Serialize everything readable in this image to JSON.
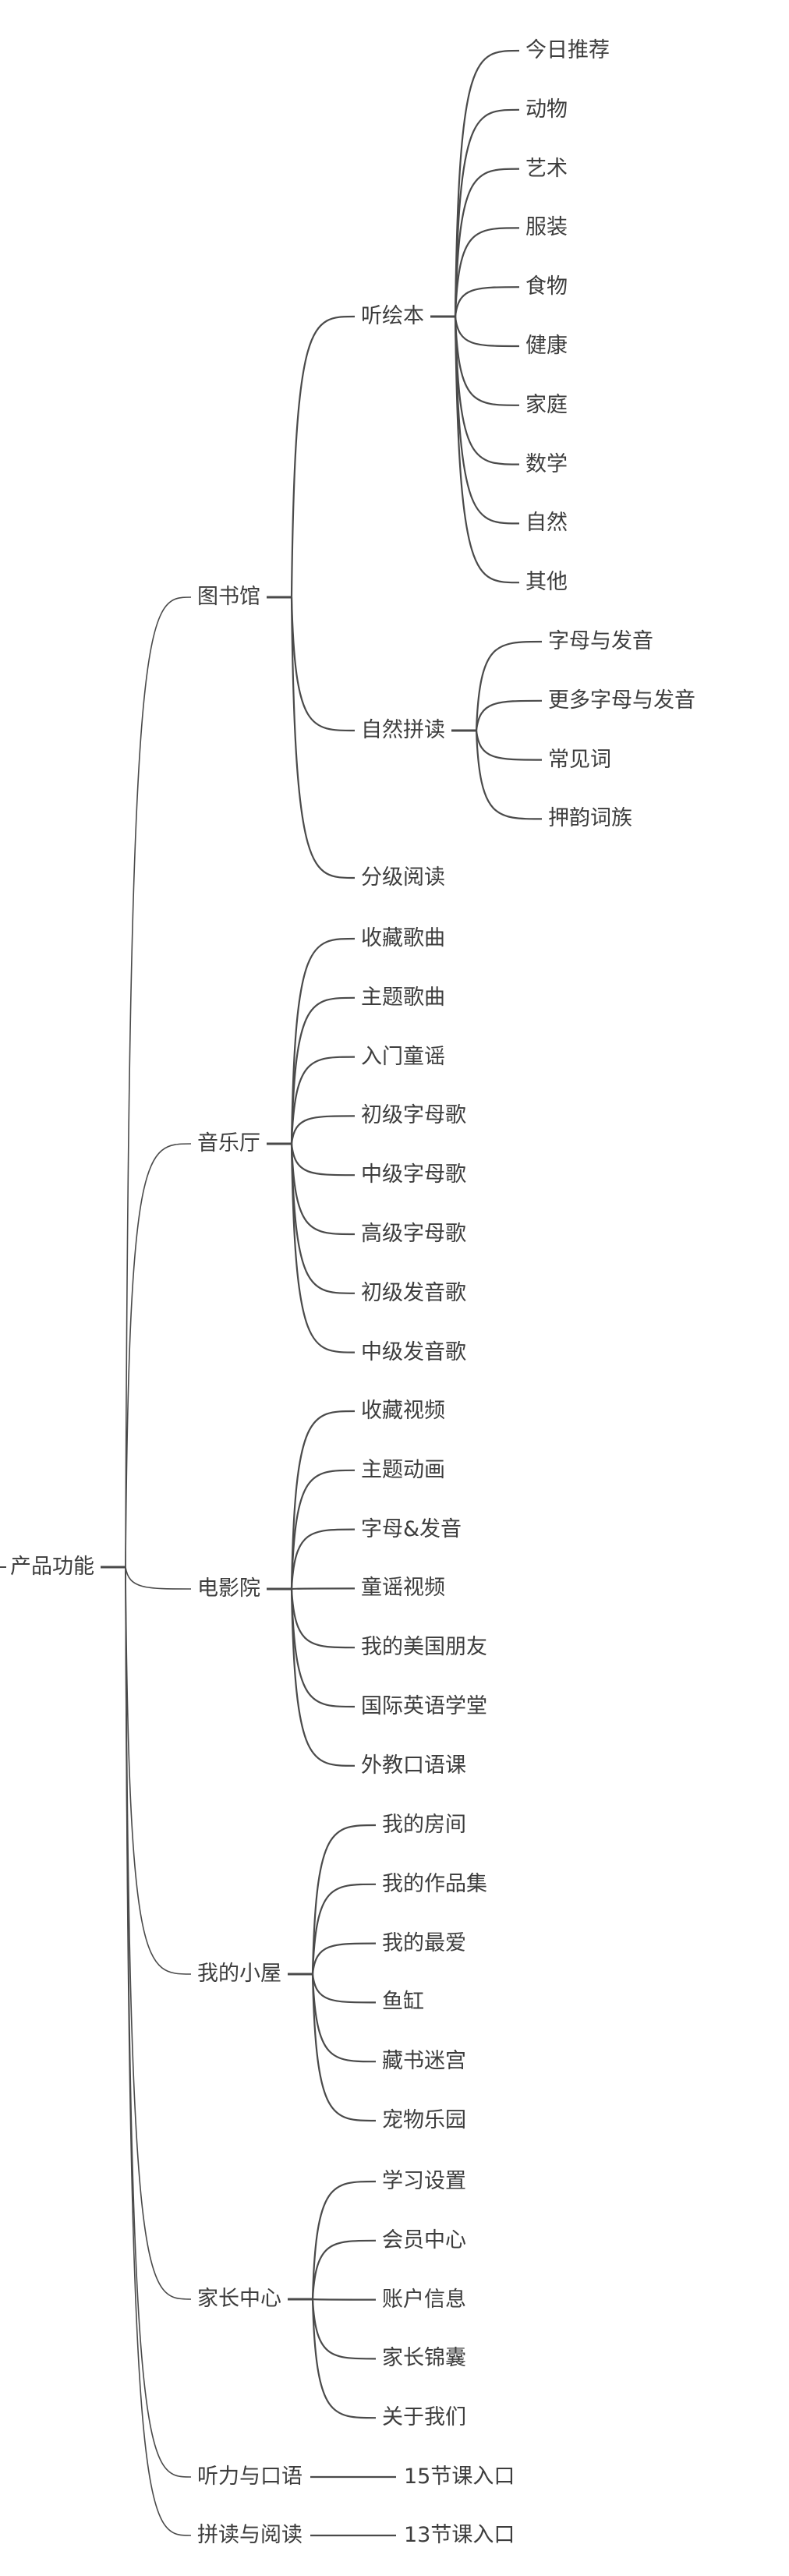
{
  "mindmap": {
    "label": "产品功能",
    "children": [
      {
        "label": "图书馆",
        "children": [
          {
            "label": "听绘本",
            "children": [
              {
                "label": "今日推荐"
              },
              {
                "label": "动物"
              },
              {
                "label": "艺术"
              },
              {
                "label": "服装"
              },
              {
                "label": "食物"
              },
              {
                "label": "健康"
              },
              {
                "label": "家庭"
              },
              {
                "label": "数学"
              },
              {
                "label": "自然"
              },
              {
                "label": "其他"
              }
            ]
          },
          {
            "label": "自然拼读",
            "children": [
              {
                "label": "字母与发音"
              },
              {
                "label": "更多字母与发音"
              },
              {
                "label": "常见词"
              },
              {
                "label": "押韵词族"
              }
            ]
          },
          {
            "label": "分级阅读"
          }
        ]
      },
      {
        "label": "音乐厅",
        "children": [
          {
            "label": "收藏歌曲"
          },
          {
            "label": "主题歌曲"
          },
          {
            "label": "入门童谣"
          },
          {
            "label": "初级字母歌"
          },
          {
            "label": "中级字母歌"
          },
          {
            "label": "高级字母歌"
          },
          {
            "label": "初级发音歌"
          },
          {
            "label": "中级发音歌"
          }
        ]
      },
      {
        "label": "电影院",
        "children": [
          {
            "label": "收藏视频"
          },
          {
            "label": "主题动画"
          },
          {
            "label": "字母&发音"
          },
          {
            "label": "童谣视频"
          },
          {
            "label": "我的美国朋友"
          },
          {
            "label": "国际英语学堂"
          },
          {
            "label": "外教口语课"
          }
        ]
      },
      {
        "label": "我的小屋",
        "children": [
          {
            "label": "我的房间"
          },
          {
            "label": "我的作品集"
          },
          {
            "label": "我的最爱"
          },
          {
            "label": "鱼缸"
          },
          {
            "label": "藏书迷宫"
          },
          {
            "label": "宠物乐园"
          }
        ]
      },
      {
        "label": "家长中心",
        "children": [
          {
            "label": "学习设置"
          },
          {
            "label": "会员中心"
          },
          {
            "label": "账户信息"
          },
          {
            "label": "家长锦囊"
          },
          {
            "label": "关于我们"
          }
        ]
      },
      {
        "label": "听力与口语",
        "children": [
          {
            "label": "15节课入口"
          }
        ]
      },
      {
        "label": "拼读与阅读",
        "children": [
          {
            "label": "13节课入口"
          }
        ]
      }
    ]
  },
  "colors": {
    "line": "#4a4a4a",
    "text": "#3d3d3d"
  }
}
